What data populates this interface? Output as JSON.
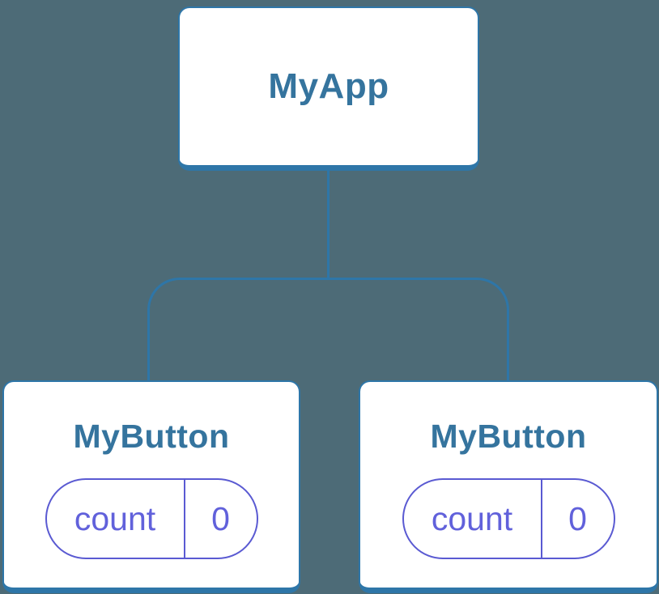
{
  "diagram": {
    "type": "component-tree",
    "root": {
      "label": "MyApp"
    },
    "children": [
      {
        "label": "MyButton",
        "state": {
          "name": "count",
          "value": "0"
        }
      },
      {
        "label": "MyButton",
        "state": {
          "name": "count",
          "value": "0"
        }
      }
    ]
  },
  "colors": {
    "background": "#4D6B77",
    "connector": "#2E76A8",
    "box_border": "#2E76A8",
    "box_fill": "#FFFFFF",
    "box_text": "#35749E",
    "pill_border": "#5A5AD2",
    "pill_text": "#6161DB"
  }
}
